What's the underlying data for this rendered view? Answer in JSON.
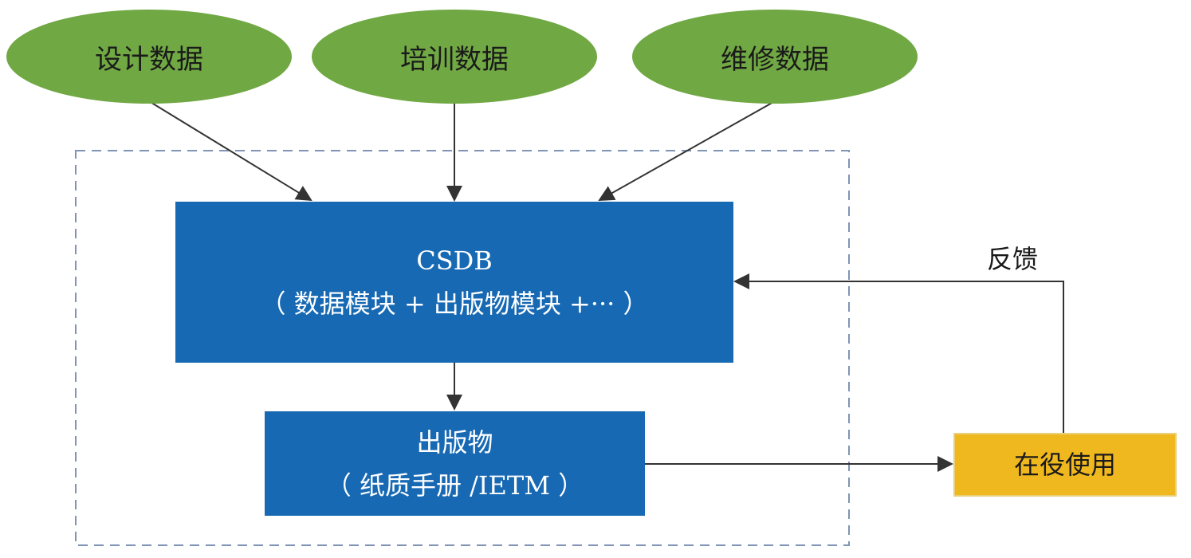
{
  "sources": [
    {
      "label": "设计数据"
    },
    {
      "label": "培训数据"
    },
    {
      "label": "维修数据"
    }
  ],
  "csdb": {
    "title": "CSDB",
    "subtitle": "（ 数据模块 + 出版物模块 +··· ）"
  },
  "publication": {
    "title": "出版物",
    "subtitle": "（ 纸质手册 /IETM ）"
  },
  "in_service": {
    "label": "在役使用"
  },
  "feedback": {
    "label": "反馈"
  },
  "colors": {
    "green": "#70a843",
    "blue": "#1769b3",
    "yellow": "#f0b81f"
  }
}
